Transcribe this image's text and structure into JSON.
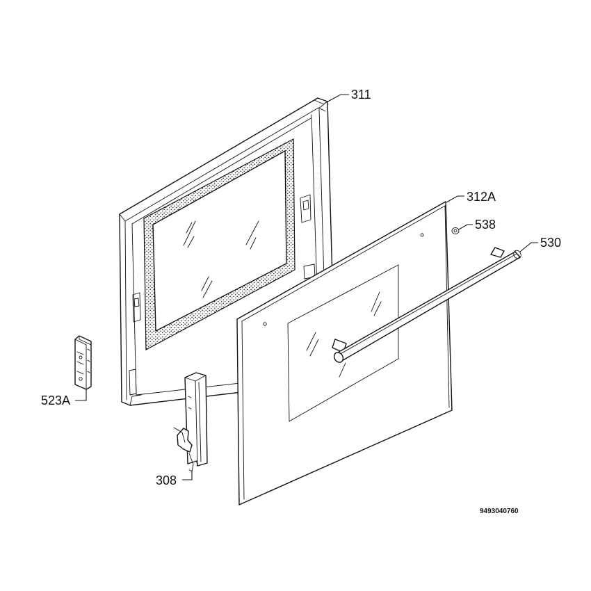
{
  "parts": [
    {
      "id": "part-311",
      "label": "311"
    },
    {
      "id": "part-312a",
      "label": "312A"
    },
    {
      "id": "part-538",
      "label": "538"
    },
    {
      "id": "part-530",
      "label": "530"
    },
    {
      "id": "part-523a",
      "label": "523A"
    },
    {
      "id": "part-308",
      "label": "308"
    }
  ],
  "drawing_number": "9493040760"
}
